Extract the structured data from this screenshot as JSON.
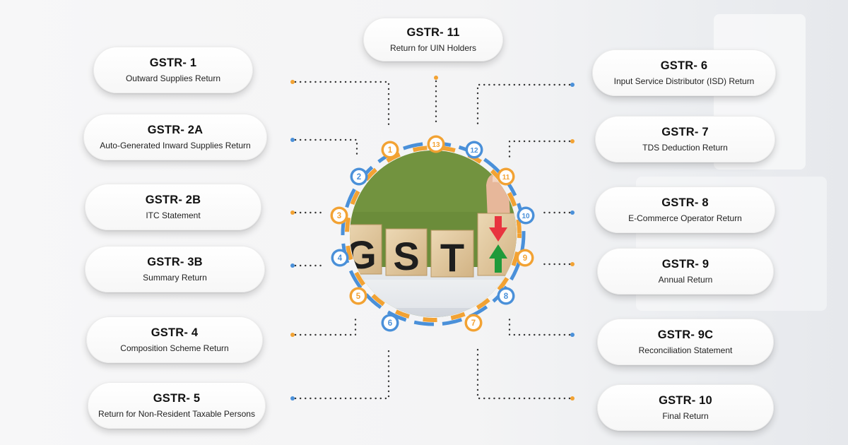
{
  "returns": [
    {
      "id": "gstr1",
      "title": "GSTR- 1",
      "subtitle": "Outward Supplies Return"
    },
    {
      "id": "gstr2a",
      "title": "GSTR- 2A",
      "subtitle": "Auto-Generated Inward Supplies Return"
    },
    {
      "id": "gstr2b",
      "title": "GSTR- 2B",
      "subtitle": "ITC Statement"
    },
    {
      "id": "gstr3b",
      "title": "GSTR- 3B",
      "subtitle": "Summary Return"
    },
    {
      "id": "gstr4",
      "title": "GSTR- 4",
      "subtitle": "Composition Scheme Return"
    },
    {
      "id": "gstr5",
      "title": "GSTR- 5",
      "subtitle": "Return for Non-Resident Taxable Persons"
    },
    {
      "id": "gstr11",
      "title": "GSTR- 11",
      "subtitle": "Return for UIN Holders"
    },
    {
      "id": "gstr6",
      "title": "GSTR- 6",
      "subtitle": "Input Service Distributor (ISD) Return"
    },
    {
      "id": "gstr7",
      "title": "GSTR- 7",
      "subtitle": "TDS Deduction Return"
    },
    {
      "id": "gstr8",
      "title": "GSTR- 8",
      "subtitle": "E-Commerce Operator Return"
    },
    {
      "id": "gstr9",
      "title": "GSTR- 9",
      "subtitle": "Annual Return"
    },
    {
      "id": "gstr9c",
      "title": "GSTR- 9C",
      "subtitle": "Reconciliation Statement"
    },
    {
      "id": "gstr10",
      "title": "GSTR- 10",
      "subtitle": "Final Return"
    }
  ],
  "ring_numbers": [
    "1",
    "2",
    "3",
    "4",
    "5",
    "6",
    "7",
    "8",
    "9",
    "10",
    "11",
    "12",
    "13"
  ],
  "center_text": "GST",
  "colors": {
    "orange": "#f2a233",
    "blue": "#4a90d9",
    "green_bg": "#6e8e3c",
    "arrow_red": "#e8343f",
    "arrow_green": "#1f9a3a"
  }
}
